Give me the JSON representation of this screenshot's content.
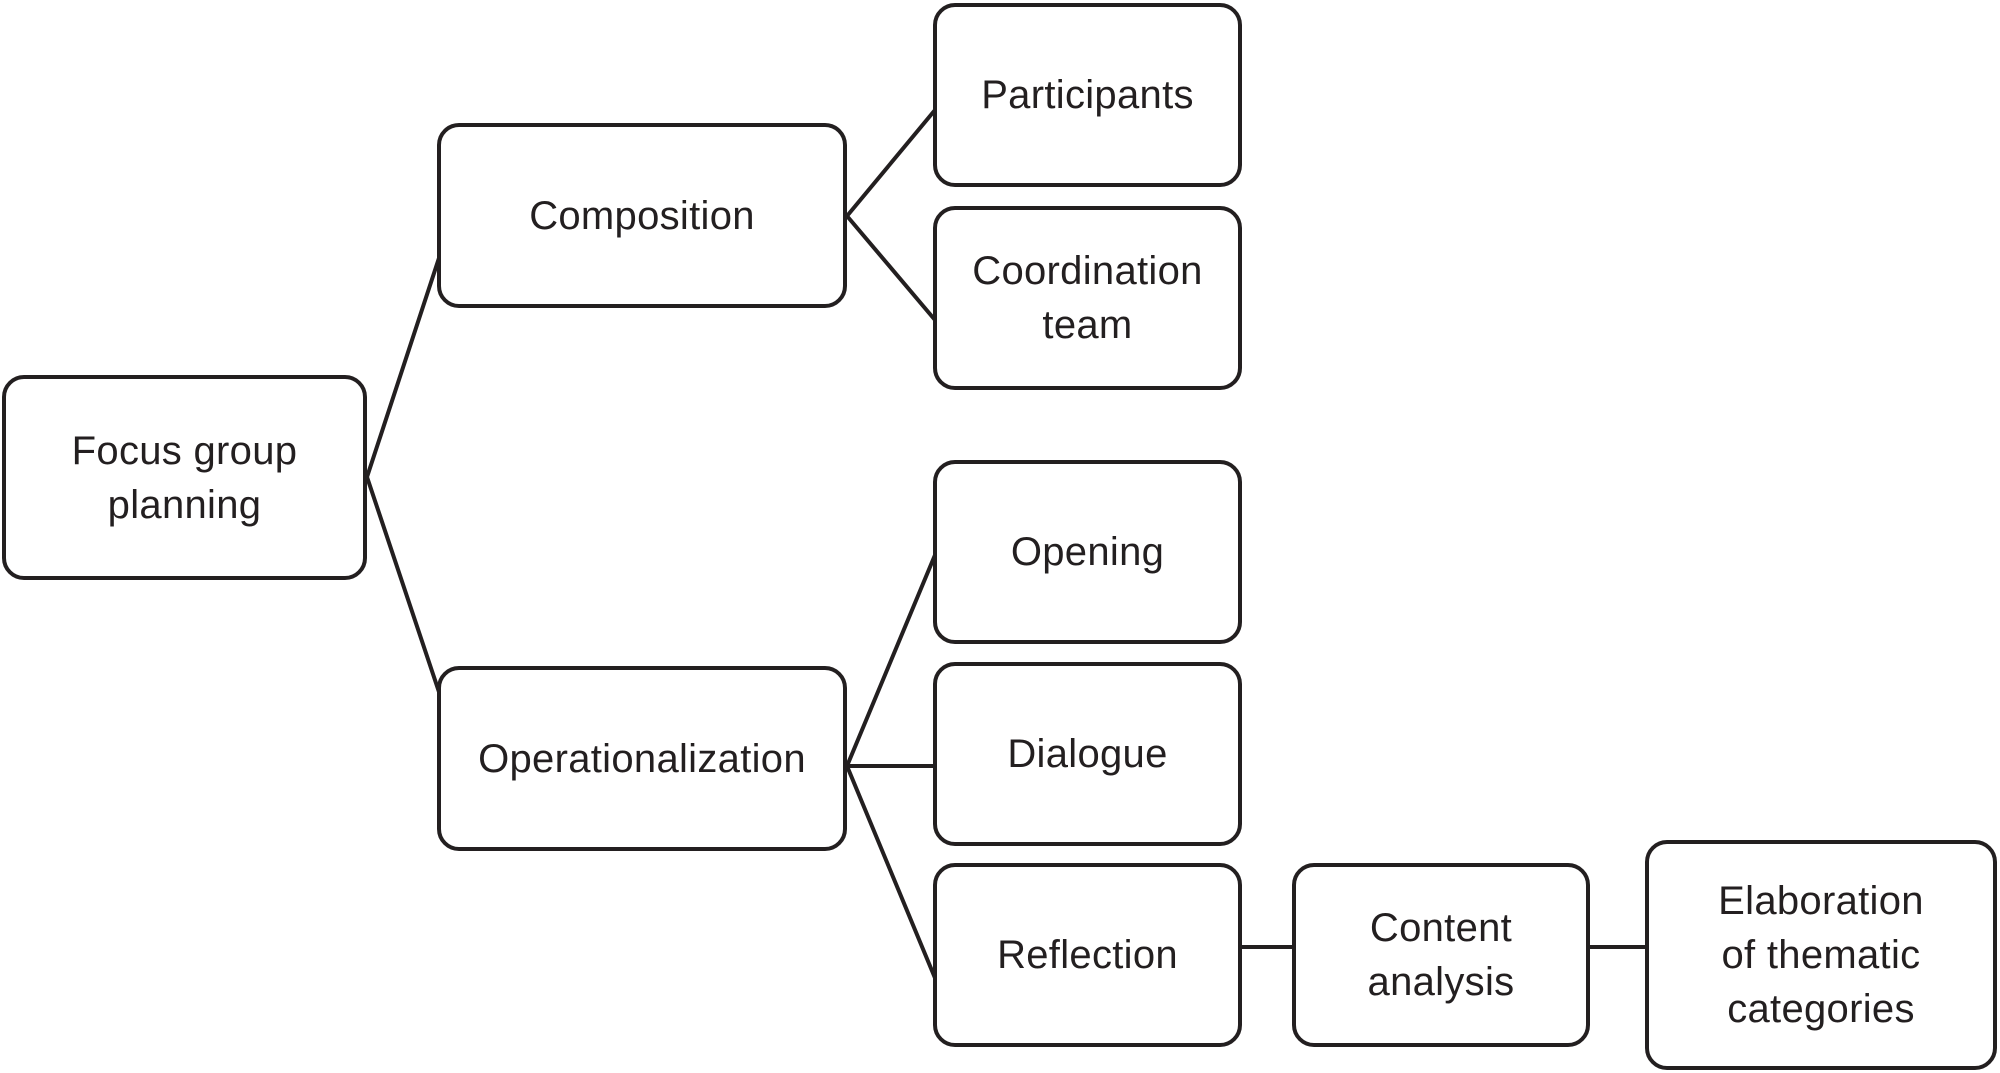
{
  "diagram": {
    "nodes": {
      "root": {
        "label": "Focus group\nplanning"
      },
      "composition": {
        "label": "Composition"
      },
      "operationalization": {
        "label": "Operationalization"
      },
      "participants": {
        "label": "Participants"
      },
      "coordination_team": {
        "label": "Coordination\nteam"
      },
      "opening": {
        "label": "Opening"
      },
      "dialogue": {
        "label": "Dialogue"
      },
      "reflection": {
        "label": "Reflection"
      },
      "content_analysis": {
        "label": "Content\nanalysis"
      },
      "elaboration": {
        "label": "Elaboration\nof thematic\ncategories"
      }
    },
    "edges": [
      [
        "root",
        "composition"
      ],
      [
        "root",
        "operationalization"
      ],
      [
        "composition",
        "participants"
      ],
      [
        "composition",
        "coordination_team"
      ],
      [
        "operationalization",
        "opening"
      ],
      [
        "operationalization",
        "dialogue"
      ],
      [
        "operationalization",
        "reflection"
      ],
      [
        "reflection",
        "content_analysis"
      ],
      [
        "content_analysis",
        "elaboration"
      ]
    ]
  }
}
